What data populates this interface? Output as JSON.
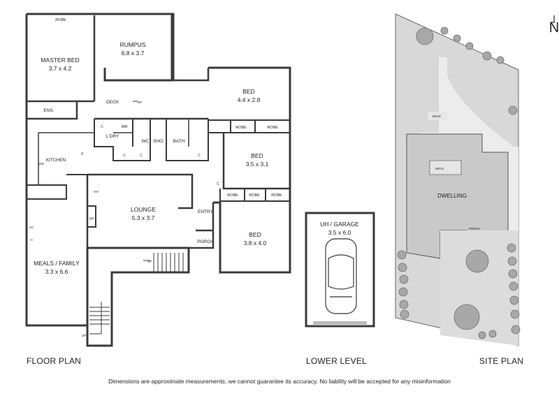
{
  "floor_plan": {
    "caption": "FLOOR PLAN",
    "rooms": {
      "master_bed": {
        "name": "MASTER BED",
        "size": "3.7 x 4.2"
      },
      "rumpus": {
        "name": "RUMPUS",
        "size": "6.8 x 3.7"
      },
      "bed2": {
        "name": "BED",
        "size": "4.4 x 2.8"
      },
      "bed3": {
        "name": "BED",
        "size": "3.5 x 3.1"
      },
      "bed4": {
        "name": "BED",
        "size": "3.8 x 4.0"
      },
      "lounge": {
        "name": "LOUNGE",
        "size": "5.3 x 3.7"
      },
      "meals": {
        "name": "MEALS / FAMILY",
        "size": "3.3 x 6.6"
      }
    },
    "labels": {
      "robe": "ROBE",
      "ens": "ENS.",
      "deck": "DECK",
      "up": "UP",
      "ldry": "L'DRY",
      "wm": "WM",
      "wc": "WC",
      "sho": "SHO.",
      "bath": "BATH",
      "c": "C",
      "f": "F",
      "dw": "DW",
      "kitchen": "KITCHEN",
      "fp": "FP",
      "ref": "REF",
      "entry": "ENTRY",
      "porch": "PORCH",
      "ac": "AC",
      "h": "H"
    }
  },
  "lower_level": {
    "caption": "LOWER LEVEL",
    "garage": {
      "name": "UH / GARAGE",
      "size": "3.5 x 6.0"
    }
  },
  "site_plan": {
    "caption": "SITE PLAN",
    "north": "N",
    "dwelling": "DWELLING",
    "deck": "DECK",
    "porch": "PORCH"
  },
  "disclaimer": "Dimensions are approximate measurements; we cannot guarantee its accuracy. No liability will be accepted for any misinformation",
  "colors": {
    "wall": "#3a3a3a",
    "site_fill": "#d8d8d8",
    "driveway": "#ececec",
    "tree": "#9a9a9a"
  }
}
